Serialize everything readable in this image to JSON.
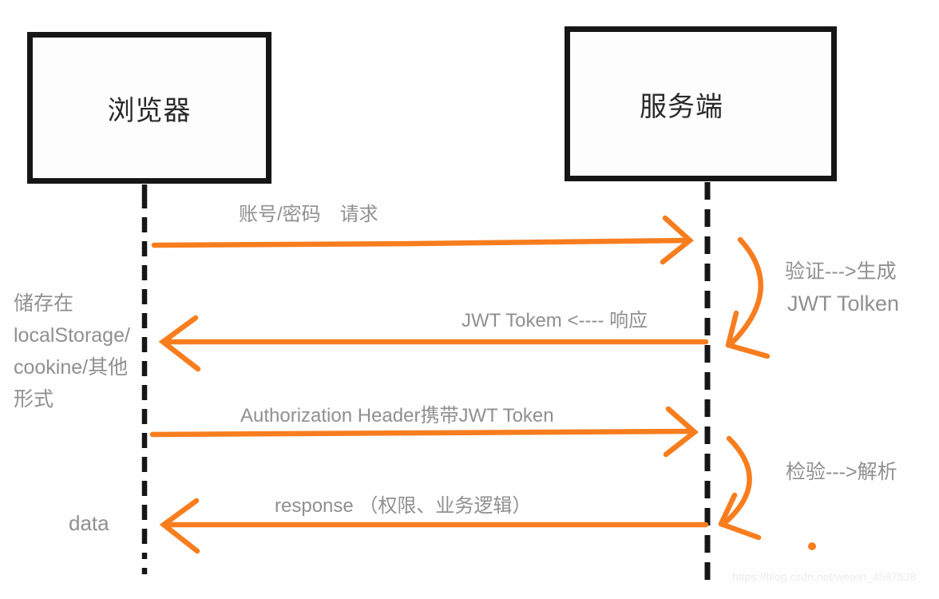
{
  "diagram": {
    "title_hint": "JWT authentication sequence diagram",
    "participants": [
      {
        "id": "browser",
        "label": "浏览器"
      },
      {
        "id": "server",
        "label": "服务端"
      }
    ],
    "messages": [
      {
        "from": "browser",
        "to": "server",
        "label": "账号/密码　请求"
      },
      {
        "from": "server",
        "to": "browser",
        "label": "JWT Tokem <----  响应"
      },
      {
        "from": "browser",
        "to": "server",
        "label": "Authorization Header携带JWT Token"
      },
      {
        "from": "server",
        "to": "browser",
        "label": "response （权限、业务逻辑）"
      }
    ],
    "server_self_notes": [
      {
        "line1": "验证--->生成",
        "line2": "JWT Tolken"
      },
      {
        "line1": "检验--->解析"
      }
    ],
    "browser_side_note": {
      "lines": [
        "储存在",
        "localStorage/",
        "cookine/其他",
        "形式"
      ]
    },
    "data_label": "data",
    "watermark": "https://blog.csdn.net/weixin_4587538"
  },
  "colors": {
    "arrow_orange": "#f87d1e",
    "lifeline_black": "#161616",
    "text_gray": "#909090",
    "box_border": "#161616",
    "watermark_gray": "#ececec"
  }
}
